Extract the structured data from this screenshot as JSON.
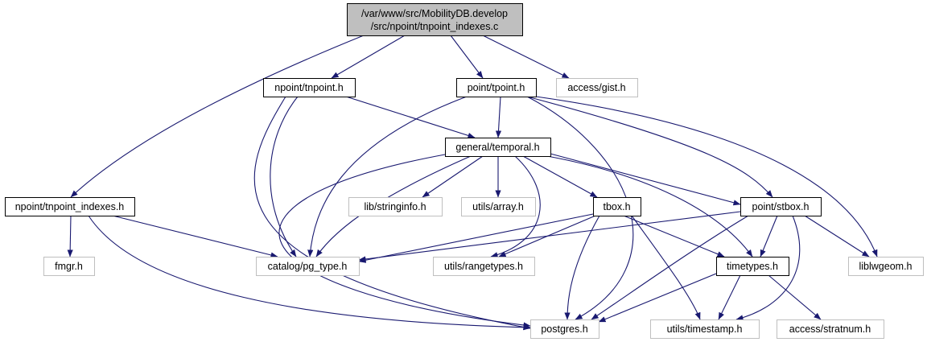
{
  "colors": {
    "edge": "#191970",
    "root_fill": "#bfbfbf",
    "root_stroke": "#000000",
    "documented_stroke": "#000000",
    "external_stroke": "#bfbfbf",
    "external_text": "#000000",
    "node_fill": "#ffffff"
  },
  "nodes": {
    "root": {
      "label_line1": "/var/www/src/MobilityDB.develop",
      "label_line2": "/src/npoint/tnpoint_indexes.c",
      "kind": "root"
    },
    "npoint_tnpoint": {
      "label": "npoint/tnpoint.h",
      "kind": "documented"
    },
    "point_tpoint": {
      "label": "point/tpoint.h",
      "kind": "documented"
    },
    "access_gist": {
      "label": "access/gist.h",
      "kind": "external"
    },
    "general_temporal": {
      "label": "general/temporal.h",
      "kind": "documented"
    },
    "npoint_tnpoint_indexes": {
      "label": "npoint/tnpoint_indexes.h",
      "kind": "documented"
    },
    "lib_stringinfo": {
      "label": "lib/stringinfo.h",
      "kind": "external"
    },
    "utils_array": {
      "label": "utils/array.h",
      "kind": "external"
    },
    "tbox": {
      "label": "tbox.h",
      "kind": "documented"
    },
    "point_stbox": {
      "label": "point/stbox.h",
      "kind": "documented"
    },
    "fmgr": {
      "label": "fmgr.h",
      "kind": "external"
    },
    "catalog_pg_type": {
      "label": "catalog/pg_type.h",
      "kind": "external"
    },
    "utils_rangetypes": {
      "label": "utils/rangetypes.h",
      "kind": "external"
    },
    "timetypes": {
      "label": "timetypes.h",
      "kind": "documented"
    },
    "liblwgeom": {
      "label": "liblwgeom.h",
      "kind": "external"
    },
    "postgres": {
      "label": "postgres.h",
      "kind": "external"
    },
    "utils_timestamp": {
      "label": "utils/timestamp.h",
      "kind": "external"
    },
    "access_stratnum": {
      "label": "access/stratnum.h",
      "kind": "external"
    }
  },
  "edges": [
    [
      "root",
      "npoint_tnpoint"
    ],
    [
      "root",
      "point_tpoint"
    ],
    [
      "root",
      "access_gist"
    ],
    [
      "root",
      "npoint_tnpoint_indexes"
    ],
    [
      "npoint_tnpoint",
      "general_temporal"
    ],
    [
      "npoint_tnpoint",
      "catalog_pg_type"
    ],
    [
      "npoint_tnpoint",
      "postgres"
    ],
    [
      "point_tpoint",
      "general_temporal"
    ],
    [
      "point_tpoint",
      "catalog_pg_type"
    ],
    [
      "point_tpoint",
      "postgres"
    ],
    [
      "point_tpoint",
      "point_stbox"
    ],
    [
      "point_tpoint",
      "liblwgeom"
    ],
    [
      "general_temporal",
      "lib_stringinfo"
    ],
    [
      "general_temporal",
      "utils_array"
    ],
    [
      "general_temporal",
      "tbox"
    ],
    [
      "general_temporal",
      "point_stbox"
    ],
    [
      "general_temporal",
      "catalog_pg_type"
    ],
    [
      "general_temporal",
      "utils_rangetypes"
    ],
    [
      "general_temporal",
      "timetypes"
    ],
    [
      "general_temporal",
      "postgres"
    ],
    [
      "npoint_tnpoint_indexes",
      "fmgr"
    ],
    [
      "npoint_tnpoint_indexes",
      "catalog_pg_type"
    ],
    [
      "npoint_tnpoint_indexes",
      "postgres"
    ],
    [
      "tbox",
      "catalog_pg_type"
    ],
    [
      "tbox",
      "utils_rangetypes"
    ],
    [
      "tbox",
      "timetypes"
    ],
    [
      "tbox",
      "postgres"
    ],
    [
      "tbox",
      "utils_timestamp"
    ],
    [
      "point_stbox",
      "catalog_pg_type"
    ],
    [
      "point_stbox",
      "timetypes"
    ],
    [
      "point_stbox",
      "liblwgeom"
    ],
    [
      "point_stbox",
      "postgres"
    ],
    [
      "point_stbox",
      "utils_timestamp"
    ],
    [
      "timetypes",
      "postgres"
    ],
    [
      "timetypes",
      "utils_timestamp"
    ],
    [
      "timetypes",
      "access_stratnum"
    ]
  ]
}
